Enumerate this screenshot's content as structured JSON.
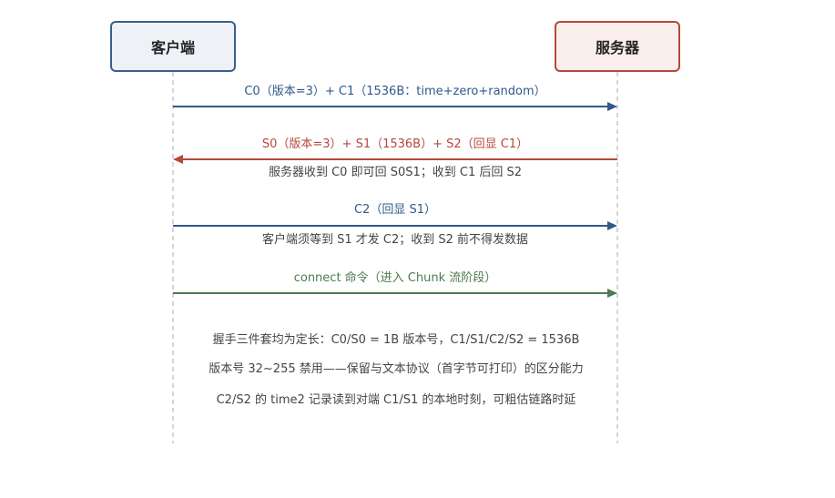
{
  "actors": {
    "client": "客户端",
    "server": "服务器"
  },
  "messages": [
    {
      "label": "C0（版本=3）+ C1（1536B：time+zero+random）",
      "direction": "right",
      "color": "#2f5a8a"
    },
    {
      "label": "S0（版本=3）+ S1（1536B）+ S2（回显 C1）",
      "direction": "left",
      "color": "#b5483a",
      "note": "服务器收到 C0 即可回 S0S1；收到 C1 后回 S2"
    },
    {
      "label": "C2（回显 S1）",
      "direction": "right",
      "color": "#2f5a8a",
      "note": "客户端须等到 S1 才发 C2；收到 S2 前不得发数据"
    },
    {
      "label": "connect 命令（进入 Chunk 流阶段）",
      "direction": "right",
      "color": "#4e7a4e"
    }
  ],
  "notes": [
    "握手三件套均为定长：C0/S0 = 1B 版本号，C1/S1/C2/S2 = 1536B",
    "版本号 32~255 禁用——保留与文本协议（首字节可打印）的区分能力",
    "C2/S2 的 time2 记录读到对端 C1/S1 的本地时刻，可粗估链路时延"
  ],
  "colors": {
    "client_border": "#3a5f8a",
    "server_border": "#b5483a",
    "lifeline": "#bbbbbb",
    "note_text": "#444444"
  }
}
